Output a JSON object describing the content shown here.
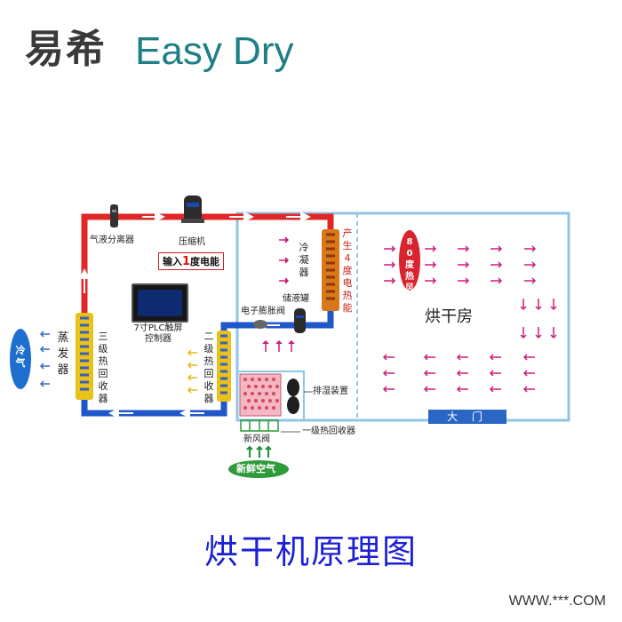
{
  "brand": {
    "cn": "易希",
    "en": "Easy Dry"
  },
  "caption": "烘干机原理图",
  "website": "WWW.***.COM",
  "components": {
    "gas_liquid_separator": "气液分离器",
    "compressor": "压缩机",
    "input_energy_pre": "输入",
    "input_energy_num": "1",
    "input_energy_post": "度电能",
    "condenser": "冷凝器",
    "produce_heat": "产生4度电热能",
    "receiver": "储液罐",
    "expansion_valve": "电子膨胀阀",
    "plc": "7寸PLC触屏控制器",
    "evaporator": "蒸发器",
    "tertiary_recovery": "三级热回收器",
    "secondary_recovery": "二级热回收器",
    "primary_recovery": "一级热回收器",
    "dehumidifier": "排湿装置",
    "fresh_air_valve": "新风阀",
    "fresh_air": "新鲜空气",
    "cold_air": "冷气",
    "drying_room": "烘干房",
    "temperature_hot_air": "80度热风",
    "door": "大 门"
  },
  "colors": {
    "hot_pipe": "#e02727",
    "cold_pipe": "#1f56c8",
    "room_border": "#8fc6e6",
    "coil": "#e8c21a",
    "condenser_coil": "#d9771a",
    "arrow_magenta": "#cc1f7a",
    "arrow_yellow": "#e8b817",
    "arrow_blue": "#2e6cc9",
    "arrow_green": "#1f8f3a",
    "badge_red": "#d8242e",
    "cold_badge": "#1f6fd0",
    "fresh_badge": "#2f9a3a"
  }
}
